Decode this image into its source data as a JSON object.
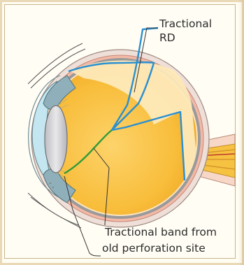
{
  "labels": {
    "tractional_rd_line1": "Tractional",
    "tractional_rd_line2": "RD",
    "band_line1": "Tractional band from",
    "band_line2": "old perforation site"
  },
  "colors": {
    "detached_retina": "#2a8fd0",
    "tractional_band": "#2f9b3a",
    "vitreous": "#f6b52b",
    "subretinal_fluid": "#fde7ae",
    "sclera": "#e8d7cf",
    "choroid": "#f3b9a6",
    "optic_nerve": "#f5c242",
    "iris_ciliary": "#8aa9b3",
    "cornea": "#bfe3ee",
    "lens": "#c9c9cc",
    "frame_border": "#ead9b6"
  }
}
